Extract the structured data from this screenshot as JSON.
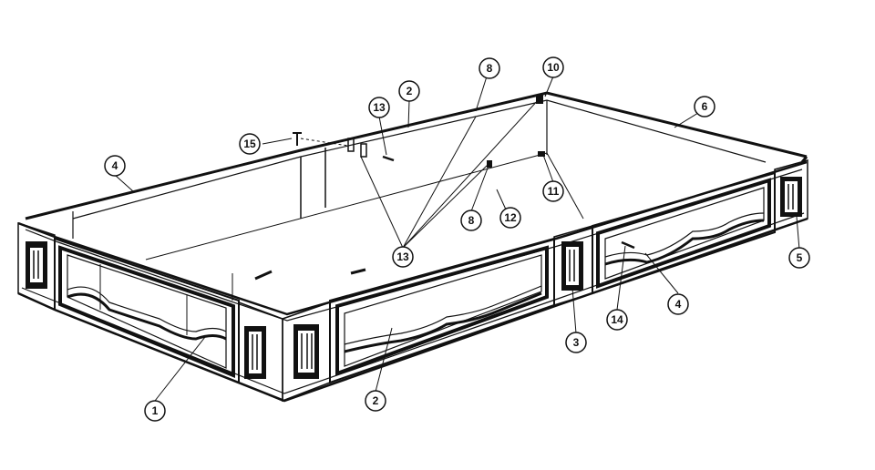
{
  "callouts": {
    "c1": "1",
    "c2a": "2",
    "c2b": "2",
    "c3": "3",
    "c4a": "4",
    "c4b": "4",
    "c5": "5",
    "c6": "6",
    "c8a": "8",
    "c8b": "8",
    "c10": "10",
    "c11": "11",
    "c12": "12",
    "c13a": "13",
    "c13b": "13",
    "c14": "14",
    "c15": "15"
  }
}
